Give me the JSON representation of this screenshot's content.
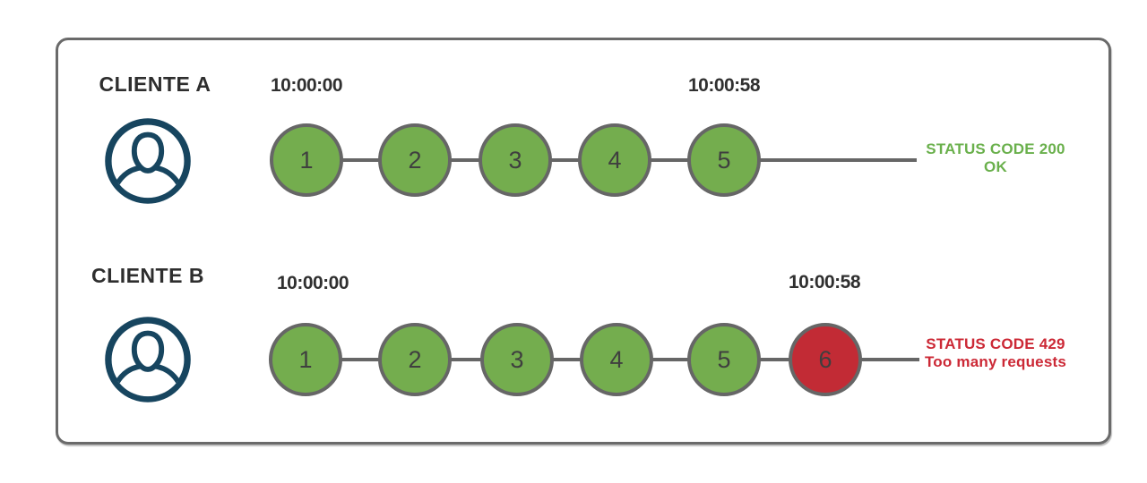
{
  "colors": {
    "success": "#74ad4e",
    "error": "#c22b35",
    "success_text": "#6ab04c",
    "error_text": "#cc2936",
    "stroke": "#666666",
    "avatar": "#17455f"
  },
  "rows": [
    {
      "client": "CLIENTE A",
      "window_start": "10:00:00",
      "window_end": "10:00:58",
      "requests": [
        {
          "label": "1",
          "status": "ok"
        },
        {
          "label": "2",
          "status": "ok"
        },
        {
          "label": "3",
          "status": "ok"
        },
        {
          "label": "4",
          "status": "ok"
        },
        {
          "label": "5",
          "status": "ok"
        }
      ],
      "status": {
        "line1": "STATUS CODE 200",
        "line2": "OK"
      }
    },
    {
      "client": "CLIENTE B",
      "window_start": "10:00:00",
      "window_end": "10:00:58",
      "requests": [
        {
          "label": "1",
          "status": "ok"
        },
        {
          "label": "2",
          "status": "ok"
        },
        {
          "label": "3",
          "status": "ok"
        },
        {
          "label": "4",
          "status": "ok"
        },
        {
          "label": "5",
          "status": "ok"
        },
        {
          "label": "6",
          "status": "limited"
        }
      ],
      "status": {
        "line1": "STATUS CODE 429",
        "line2": "Too many requests"
      }
    }
  ]
}
